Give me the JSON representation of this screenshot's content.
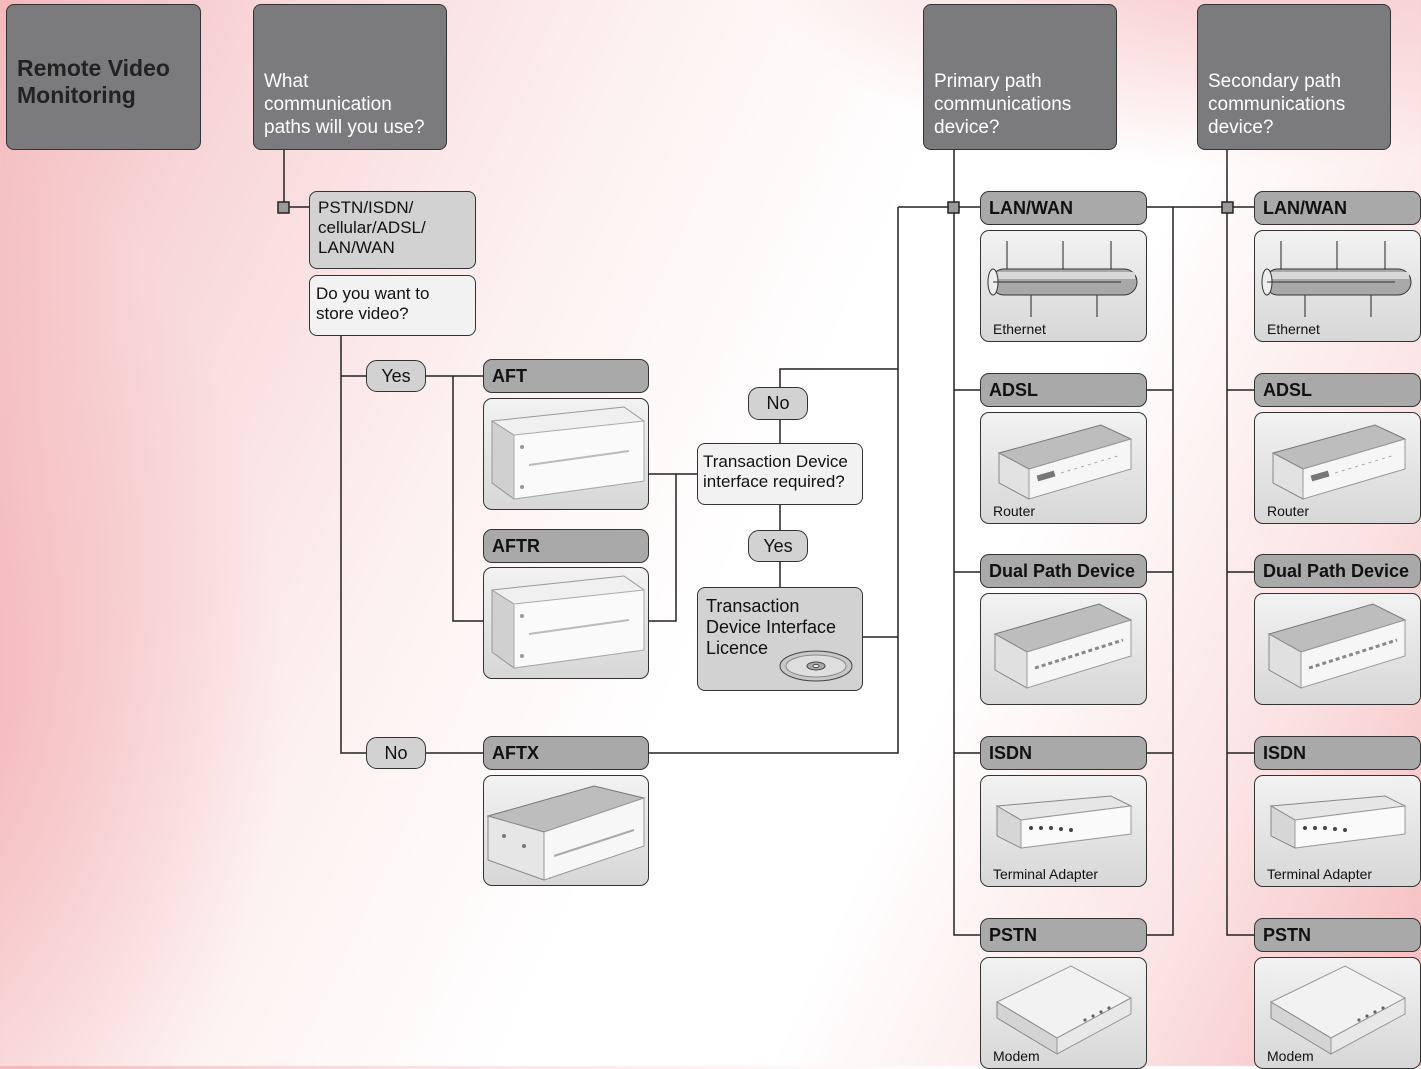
{
  "headers": {
    "title": "Remote Video Monitoring",
    "q_paths": "What communication paths will you use?",
    "q_primary": "Primary path communications device?",
    "q_secondary": "Secondary path communications device?"
  },
  "paths_option": "PSTN/ISDN/ cellular/ADSL/ LAN/WAN",
  "store_question": "Do you want to store video?",
  "store_yes": "Yes",
  "store_no": "No",
  "products": {
    "aft": "AFT",
    "aftr": "AFTR",
    "aftx": "AFTX"
  },
  "transaction": {
    "no": "No",
    "question": "Transaction Device interface required?",
    "yes": "Yes",
    "licence": "Transaction Device Interface Licence"
  },
  "devices": [
    {
      "label": "LAN/WAN",
      "caption": "Ethernet",
      "icon": "ethernet-cable-icon"
    },
    {
      "label": "ADSL",
      "caption": "Router",
      "icon": "router-icon"
    },
    {
      "label": "Dual Path Device",
      "caption": "",
      "icon": "dual-path-device-icon"
    },
    {
      "label": "ISDN",
      "caption": "Terminal Adapter",
      "icon": "terminal-adapter-icon"
    },
    {
      "label": "PSTN",
      "caption": "Modem",
      "icon": "modem-icon"
    }
  ]
}
